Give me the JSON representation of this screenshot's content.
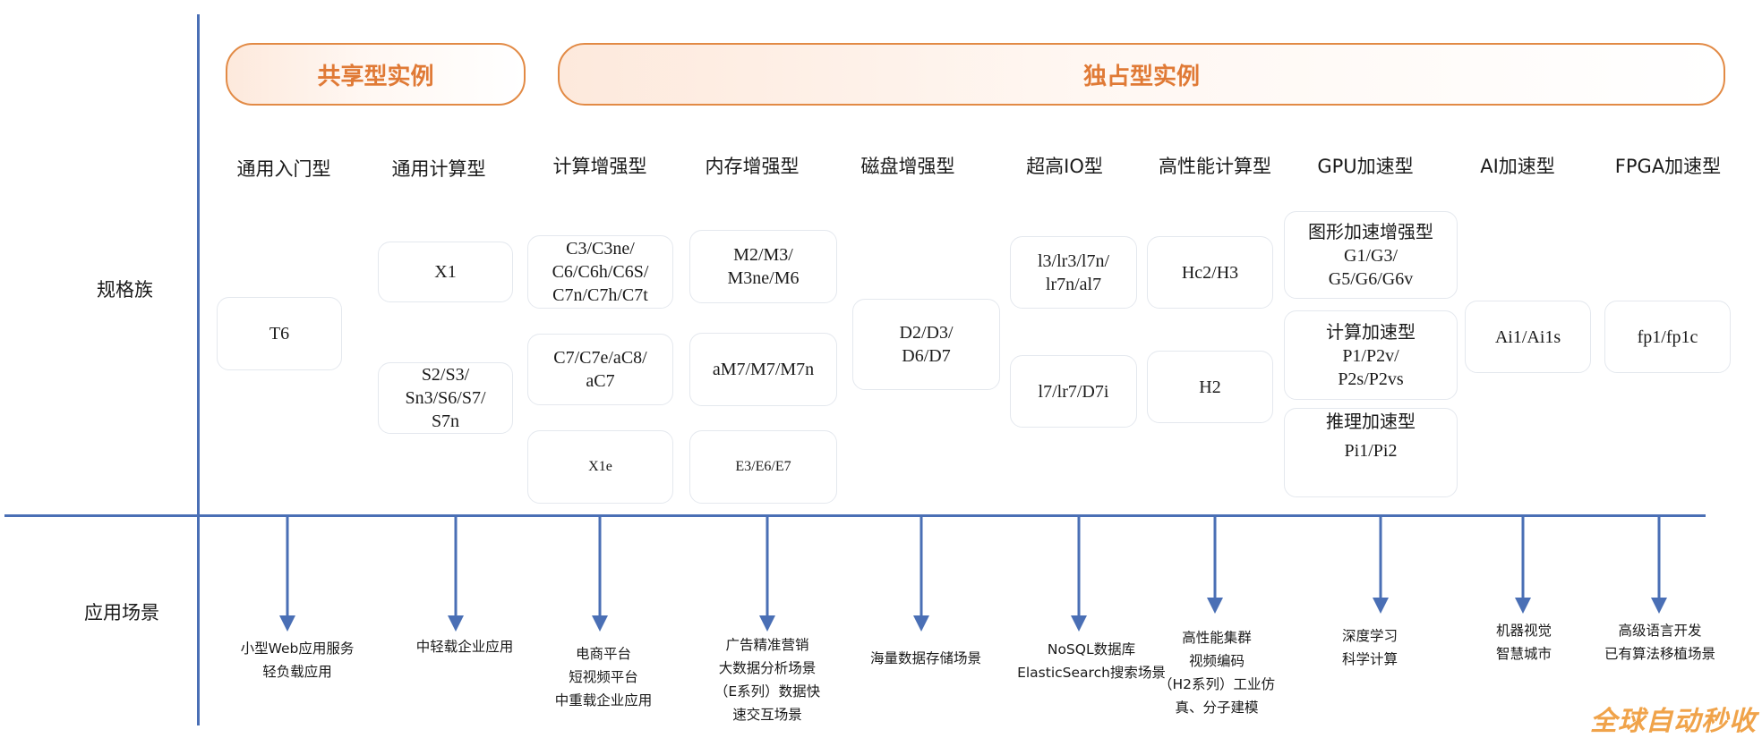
{
  "banners": {
    "shared": "共享型实例",
    "exclusive": "独占型实例"
  },
  "row_labels": {
    "spec_family": "规格族",
    "scenario": "应用场景"
  },
  "columns": [
    {
      "header": "通用入门型",
      "boxes": [
        {
          "lines": [
            "T6"
          ]
        }
      ],
      "scenario": [
        "小型Web应用服务",
        "轻负载应用"
      ]
    },
    {
      "header": "通用计算型",
      "boxes": [
        {
          "lines": [
            "X1"
          ]
        },
        {
          "lines": [
            "S2/S3/",
            "Sn3/S6/S7/",
            "S7n"
          ]
        }
      ],
      "scenario": [
        "中轻载企业应用"
      ]
    },
    {
      "header": "计算增强型",
      "boxes": [
        {
          "lines": [
            "C3/C3ne/",
            "C6/C6h/C6S/",
            "C7n/C7h/C7t"
          ]
        },
        {
          "lines": [
            "C7/C7e/aC8/",
            "aC7"
          ]
        },
        {
          "lines": [
            "X1e"
          ]
        }
      ],
      "scenario": [
        "电商平台",
        "短视频平台",
        "中重载企业应用"
      ]
    },
    {
      "header": "内存增强型",
      "boxes": [
        {
          "lines": [
            "M2/M3/",
            "M3ne/M6"
          ]
        },
        {
          "lines": [
            "aM7/M7/M7n"
          ]
        },
        {
          "lines": [
            "E3/E6/E7"
          ]
        }
      ],
      "scenario": [
        "广告精准营销",
        "大数据分析场景",
        "（E系列）数据快",
        "速交互场景"
      ]
    },
    {
      "header": "磁盘增强型",
      "boxes": [
        {
          "lines": [
            "D2/D3/",
            "D6/D7"
          ]
        }
      ],
      "scenario": [
        "海量数据存储场景"
      ]
    },
    {
      "header": "超高IO型",
      "boxes": [
        {
          "lines": [
            "l3/lr3/l7n/",
            "lr7n/al7"
          ]
        },
        {
          "lines": [
            "l7/lr7/D7i"
          ]
        }
      ],
      "scenario": [
        "NoSQL数据库",
        "ElasticSearch搜索场景"
      ]
    },
    {
      "header": "高性能计算型",
      "boxes": [
        {
          "lines": [
            "Hc2/H3"
          ]
        },
        {
          "lines": [
            "H2"
          ]
        }
      ],
      "scenario": [
        "高性能集群",
        "视频编码",
        "（H2系列）工业仿",
        "真、分子建模"
      ]
    },
    {
      "header": "GPU加速型",
      "groups": [
        {
          "title": "图形加速增强型",
          "lines": [
            "G1/G3/",
            "G5/G6/G6v"
          ]
        },
        {
          "title": "计算加速型",
          "lines": [
            "P1/P2v/",
            "P2s/P2vs"
          ]
        },
        {
          "title": "推理加速型",
          "lines": [
            "Pi1/Pi2"
          ]
        }
      ],
      "scenario": [
        "深度学习",
        "科学计算"
      ]
    },
    {
      "header": "AI加速型",
      "boxes": [
        {
          "lines": [
            "Ai1/Ai1s"
          ]
        }
      ],
      "scenario": [
        "机器视觉",
        "智慧城市"
      ]
    },
    {
      "header": "FPGA加速型",
      "boxes": [
        {
          "lines": [
            "fp1/fp1c"
          ]
        }
      ],
      "scenario": [
        "高级语言开发",
        "已有算法移植场景"
      ]
    }
  ],
  "watermark": "全球自动秒收",
  "colors": {
    "accent": "#e07a36",
    "line": "#4a6fb5",
    "box_border": "#e4e8ee"
  }
}
